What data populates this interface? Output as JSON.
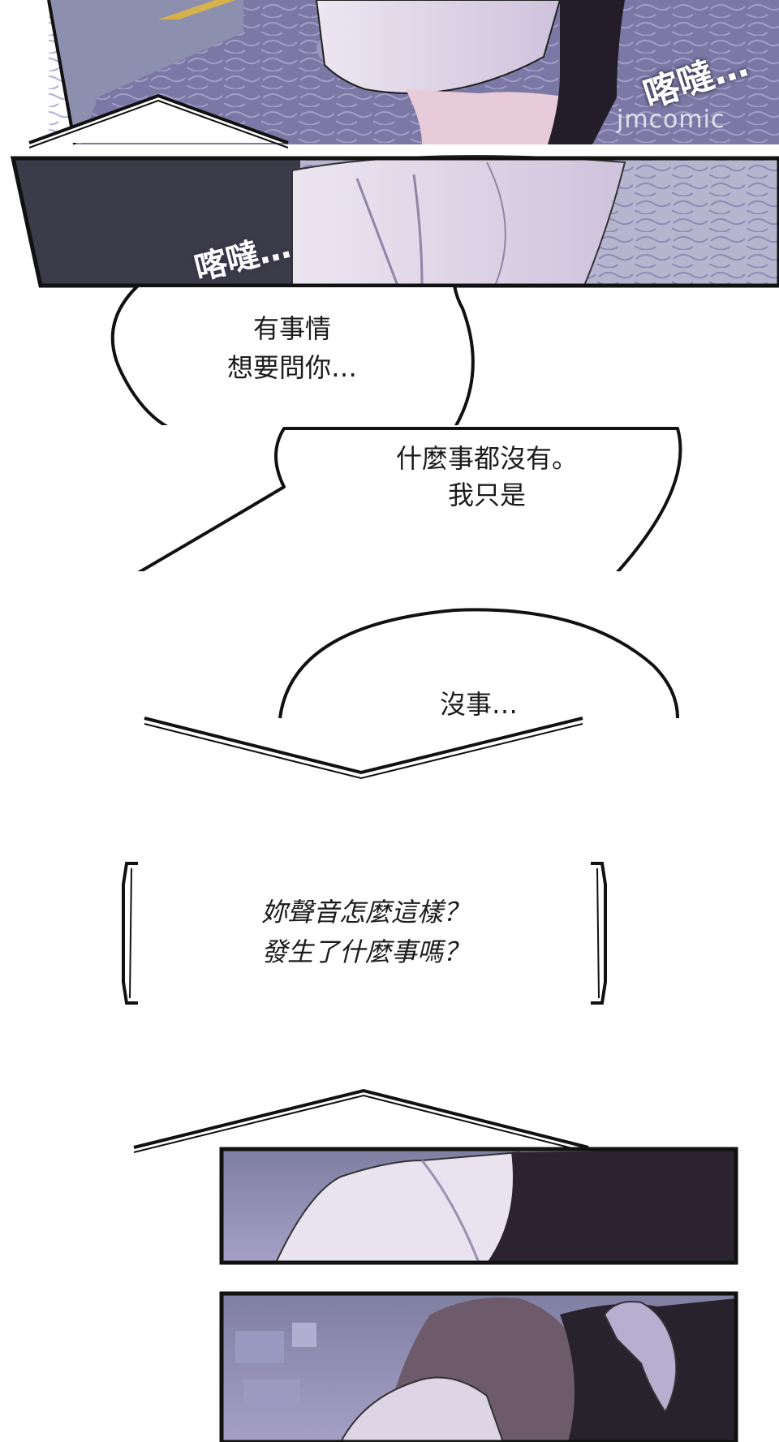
{
  "sfx": {
    "top": "喀噠…",
    "second": "喀噠…"
  },
  "watermark": "jmcomic",
  "bubbles": {
    "b1": {
      "line1": "有事情",
      "line2": "想要問你…"
    },
    "b2": {
      "line1": "什麼事都沒有。",
      "line2": "我只是"
    },
    "b3": {
      "line1": "沒事…"
    }
  },
  "caption": {
    "line1": "妳聲音怎麼這樣？",
    "line2": "發生了什麼事嗎？"
  },
  "colors": {
    "panel_ground": "#8b87b6",
    "pavement": "#7e7aa8",
    "coat": "#ddd4e6",
    "dark_clothing": "#2a2530",
    "hair": "#6d5b6b",
    "stroke": "#111111"
  }
}
